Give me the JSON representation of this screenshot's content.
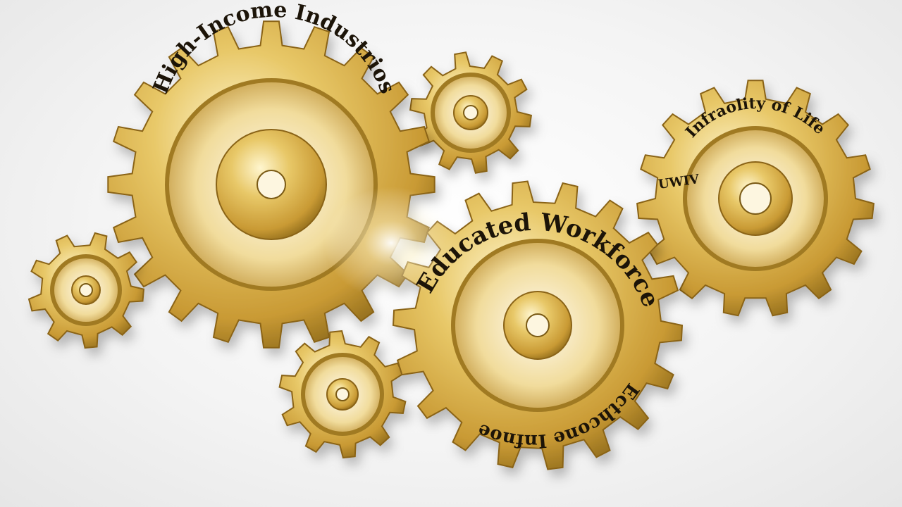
{
  "image": {
    "subject": "golden-gears",
    "colors": {
      "gold_light": "#fff3c0",
      "gold_mid": "#d8b04a",
      "gold_dark": "#7a5a12",
      "text": "#1c1408"
    }
  },
  "gears": [
    {
      "id": "high-income-gear",
      "label": "High-Income Industrios"
    },
    {
      "id": "educated-gear",
      "label": "Educated Workforce",
      "label_bottom": "Ecthcone Infnoe"
    },
    {
      "id": "quality-gear",
      "label": "Infraolity of Life",
      "label_left": "UWIV"
    },
    {
      "id": "small-top-gear"
    },
    {
      "id": "small-left-gear"
    },
    {
      "id": "small-bottom-gear"
    }
  ]
}
